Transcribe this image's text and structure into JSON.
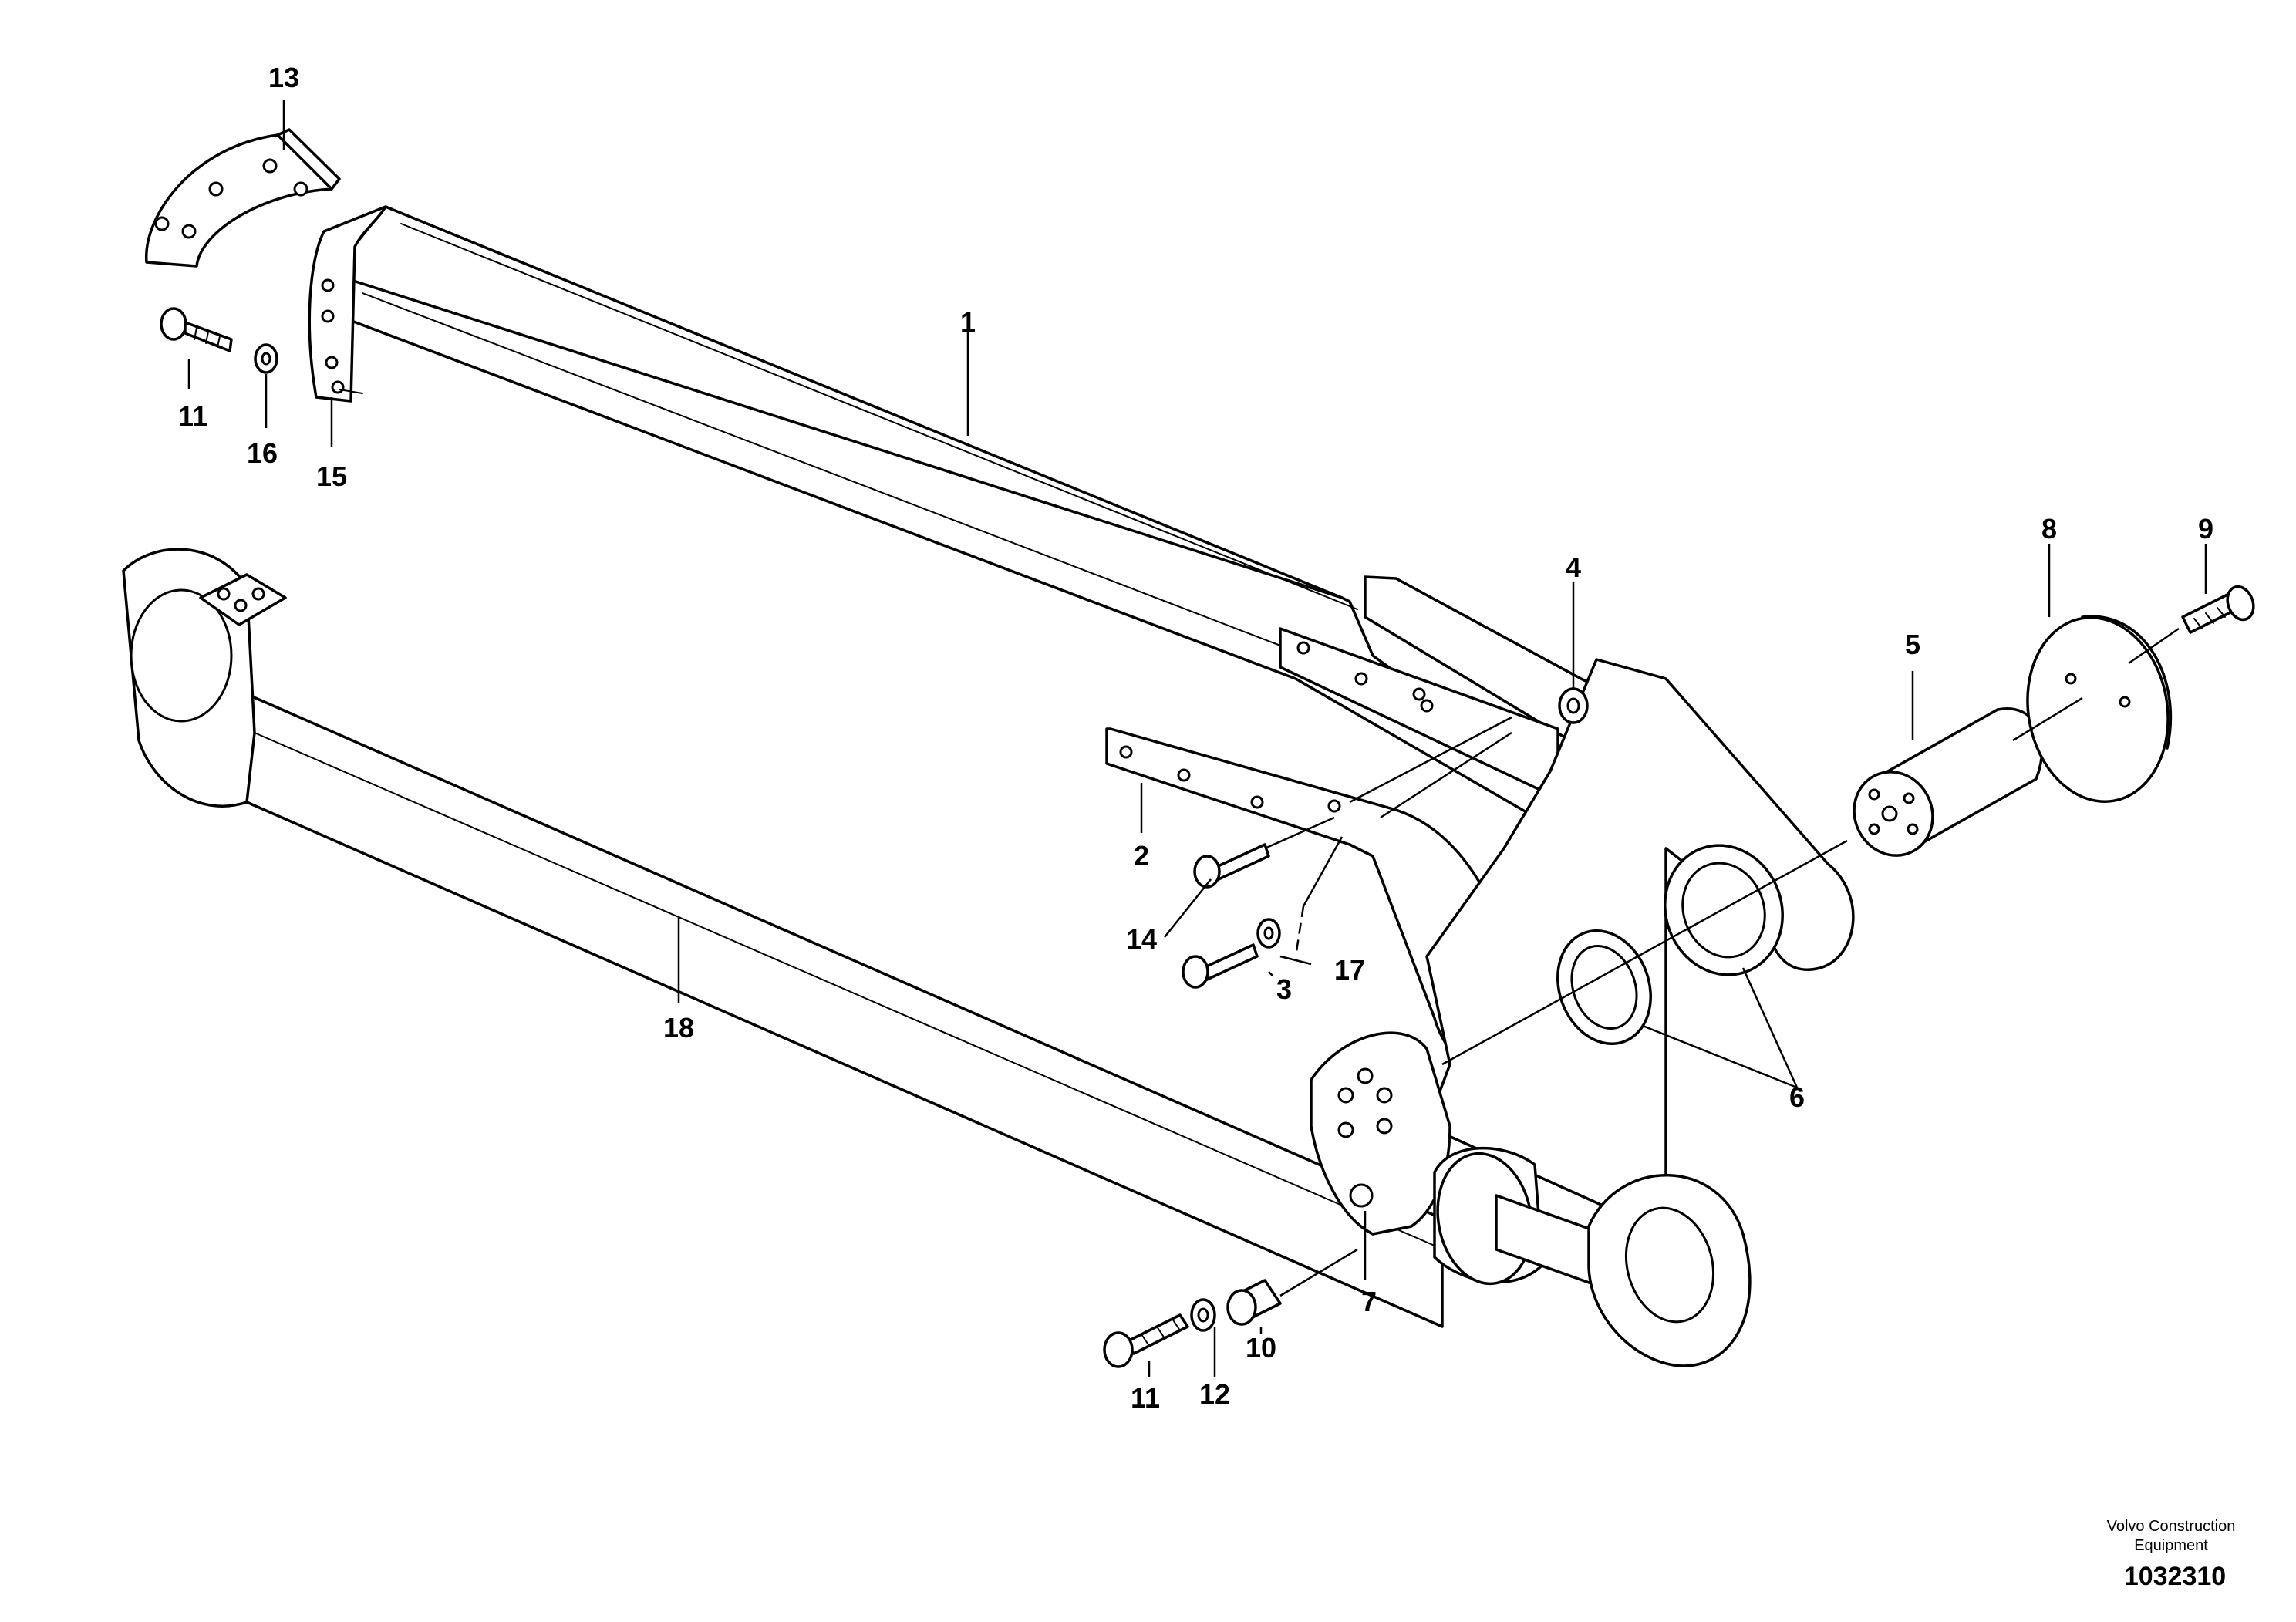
{
  "diagram": {
    "callouts": {
      "c1": "1",
      "c2": "2",
      "c3": "3",
      "c4": "4",
      "c5": "5",
      "c6": "6",
      "c7": "7",
      "c8": "8",
      "c9": "9",
      "c10": "10",
      "c11a": "11",
      "c11b": "11",
      "c12": "12",
      "c13": "13",
      "c14": "14",
      "c15": "15",
      "c16": "16",
      "c17": "17",
      "c18": "18"
    }
  },
  "footer": {
    "brand_line1": "Volvo Construction",
    "brand_line2": "Equipment",
    "doc_number": "1032310"
  }
}
